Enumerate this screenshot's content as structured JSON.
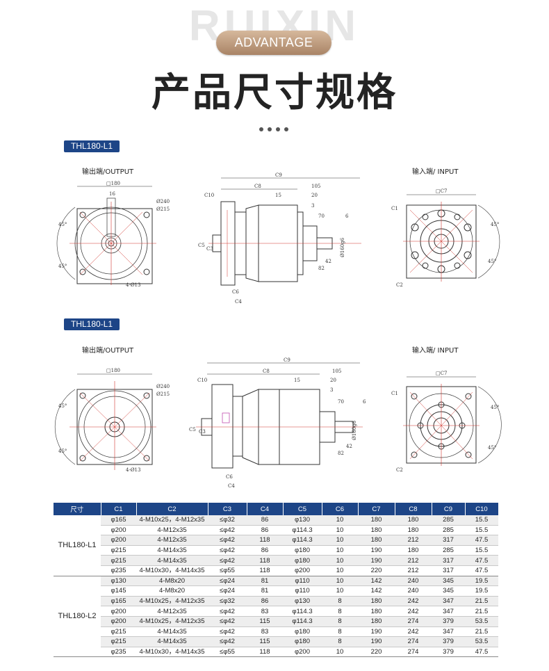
{
  "header": {
    "watermark": "RUIXIN",
    "pill": "ADVANTAGE",
    "title": "产品尺寸规格"
  },
  "sections": [
    {
      "tag": "THL180-L1",
      "output_caption": "输出端/OUTPUT",
      "input_caption": "输入端/ INPUT"
    },
    {
      "tag": "THL180-L1",
      "output_caption": "输出端/OUTPUT",
      "input_caption": "输入端/ INPUT"
    }
  ],
  "dims": {
    "square": "□180",
    "d240": "Ø240",
    "d215": "Ø215",
    "key": "16",
    "holes": "4-Ø13",
    "deg45": "45°",
    "c9": "C9",
    "c8": "C8",
    "c10": "C10",
    "n15": "15",
    "n105": "105",
    "n20": "20",
    "n3": "3",
    "n70": "70",
    "n6": "6",
    "c5": "C5",
    "c3": "C3",
    "d160": "Ø160g6",
    "n42": "42",
    "n82": "82",
    "c6": "C6",
    "c4": "C4",
    "c7": "□C7",
    "c1": "C1",
    "c2": "C2"
  },
  "colors": {
    "accent": "#1d4587",
    "pill": "#b89478",
    "dimline": "#d0342c"
  },
  "table": {
    "headers": [
      "尺寸",
      "C1",
      "C2",
      "C3",
      "C4",
      "C5",
      "C6",
      "C7",
      "C8",
      "C9",
      "C10"
    ],
    "groups": [
      {
        "model": "THL180-L1",
        "rows": [
          [
            "φ165",
            "4-M10x25，4-M12x35",
            "≤φ32",
            "86",
            "φ130",
            "10",
            "180",
            "180",
            "285",
            "15.5"
          ],
          [
            "φ200",
            "4-M12x35",
            "≤φ42",
            "86",
            "φ114.3",
            "10",
            "180",
            "180",
            "285",
            "15.5"
          ],
          [
            "φ200",
            "4-M12x35",
            "≤φ42",
            "118",
            "φ114.3",
            "10",
            "180",
            "212",
            "317",
            "47.5"
          ],
          [
            "φ215",
            "4-M14x35",
            "≤φ42",
            "86",
            "φ180",
            "10",
            "190",
            "180",
            "285",
            "15.5"
          ],
          [
            "φ215",
            "4-M14x35",
            "≤φ42",
            "118",
            "φ180",
            "10",
            "190",
            "212",
            "317",
            "47.5"
          ],
          [
            "φ235",
            "4-M10x30，4-M14x35",
            "≤φ55",
            "118",
            "φ200",
            "10",
            "220",
            "212",
            "317",
            "47.5"
          ]
        ]
      },
      {
        "model": "THL180-L2",
        "rows": [
          [
            "φ130",
            "4-M8x20",
            "≤φ24",
            "81",
            "φ110",
            "10",
            "142",
            "240",
            "345",
            "19.5"
          ],
          [
            "φ145",
            "4-M8x20",
            "≤φ24",
            "81",
            "φ110",
            "10",
            "142",
            "240",
            "345",
            "19.5"
          ],
          [
            "φ165",
            "4-M10x25，4-M12x35",
            "≤φ32",
            "86",
            "φ130",
            "8",
            "180",
            "242",
            "347",
            "21.5"
          ],
          [
            "φ200",
            "4-M12x35",
            "≤φ42",
            "83",
            "φ114.3",
            "8",
            "180",
            "242",
            "347",
            "21.5"
          ],
          [
            "φ200",
            "4-M10x25，4-M12x35",
            "≤φ42",
            "115",
            "φ114.3",
            "8",
            "180",
            "274",
            "379",
            "53.5"
          ],
          [
            "φ215",
            "4-M14x35",
            "≤φ42",
            "83",
            "φ180",
            "8",
            "190",
            "242",
            "347",
            "21.5"
          ],
          [
            "φ215",
            "4-M14x35",
            "≤φ42",
            "115",
            "φ180",
            "8",
            "190",
            "274",
            "379",
            "53.5"
          ],
          [
            "φ235",
            "4-M10x30，4-M14x35",
            "≤φ55",
            "118",
            "φ200",
            "10",
            "220",
            "274",
            "379",
            "47.5"
          ]
        ]
      }
    ]
  }
}
